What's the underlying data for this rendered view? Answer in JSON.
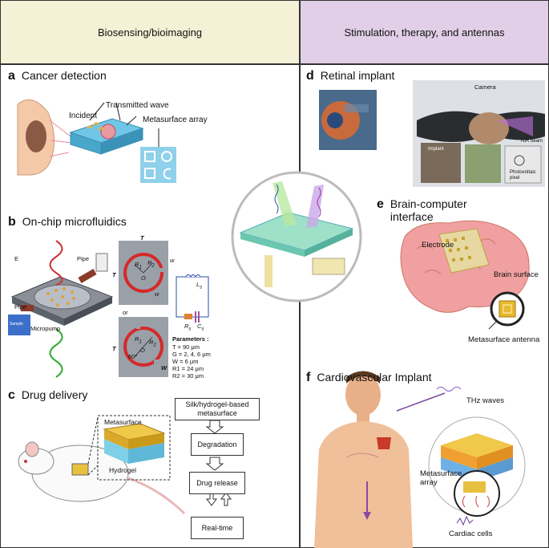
{
  "headers": {
    "left": "Biosensing/bioimaging",
    "right": "Stimulation, therapy, and antennas"
  },
  "panels": {
    "a": {
      "letter": "a",
      "title": "Cancer detection",
      "incident": "Incident",
      "transmitted": "Transmitted wave",
      "array": "Metasurface array"
    },
    "b": {
      "letter": "b",
      "title": "On-chip microfluidics",
      "pipe_top": "Pipe",
      "pipe_left": "Pipe",
      "micropump": "Micropump",
      "sample": "Sample",
      "e_label": "E",
      "or": "or",
      "T_top": "T",
      "R1_top": "R",
      "R1_top_sub": "1",
      "R2_top": "R",
      "R2_top_sub": "2",
      "O_top": "O",
      "w_top": "w",
      "T_side": "T",
      "T_side2": "T",
      "R1_bot": "R",
      "R1_bot_sub": "1",
      "R2_bot": "R",
      "R2_bot_sub": "2",
      "O_bot": "O",
      "angle": "60°",
      "W_bot": "W",
      "w_right": "w",
      "Ls": "L",
      "Ls_sub": "s",
      "Rs": "R",
      "Rs_sub": "s",
      "Cs": "C",
      "Cs_sub": "s",
      "params_title": "Parameters :",
      "params": [
        "T = 90 μm",
        "G = 2, 4, 6 μm",
        "W = 6 μm",
        "R1 = 24 μm",
        "R2 = 30 μm"
      ]
    },
    "c": {
      "letter": "c",
      "title": "Drug delivery",
      "metasurface": "Metasurface",
      "hydrogel": "Hydrogel",
      "flow": [
        "Silk/hydrogel-based metasurface",
        "Degradation",
        "Drug release",
        "Real-time"
      ]
    },
    "d": {
      "letter": "d",
      "title": "Retinal implant",
      "camera": "Camera",
      "nir": "NIR beam",
      "implant": "Implant",
      "pixel": "Photovoltaic pixel"
    },
    "e": {
      "letter": "e",
      "title": "Brain-computer interface",
      "electrode": "Electrode",
      "surface": "Brain surface",
      "antenna": "Metasurface antenna"
    },
    "f": {
      "letter": "f",
      "title": "Cardiovascular Implant",
      "thz": "THz waves",
      "array": "Metasurface array",
      "cells": "Cardiac cells"
    }
  },
  "colors": {
    "left_header": "#f4f1d6",
    "right_header": "#e0cfe6",
    "metasurface": "#7fd0e6",
    "gold": "#f0c84a",
    "ring": "#d42a2a"
  }
}
